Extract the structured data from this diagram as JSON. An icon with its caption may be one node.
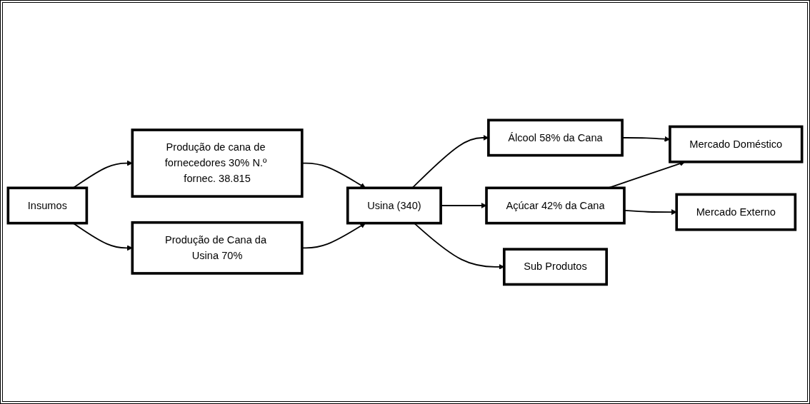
{
  "diagram": {
    "nodes": [
      {
        "text": [
          "Insumos"
        ]
      },
      {
        "text": [
          "Produção de Cana da Usina 70%"
        ]
      },
      {
        "text": [
          "Produção de cana de fornecedores 30% N.º fornec. 38.815"
        ]
      },
      {
        "text": [
          "Usina (340)"
        ]
      },
      {
        "text": [
          "Açúcar 42% da Cana"
        ]
      },
      {
        "text": [
          "Mercado Doméstico"
        ]
      },
      {
        "text": [
          "Álcool 58% da Cana"
        ]
      },
      {
        "text": [
          "Mercado Externo"
        ]
      },
      {
        "text": [
          "Sub Produtos"
        ]
      }
    ],
    "edges": [
      {
        "from": 0,
        "to": 1,
        "arrow": "to"
      },
      {
        "from": 0,
        "to": 2,
        "arrow": "to"
      },
      {
        "from": 1,
        "to": 3,
        "arrow": "to"
      },
      {
        "from": 2,
        "to": 3,
        "arrow": "to"
      },
      {
        "from": 3,
        "to": 4,
        "arrow": "to"
      },
      {
        "from": 3,
        "to": 6,
        "arrow": "to"
      },
      {
        "from": 3,
        "to": 8,
        "arrow": "to"
      },
      {
        "from": 4,
        "to": 5,
        "arrow": "to"
      },
      {
        "from": 4,
        "to": 7,
        "arrow": "to"
      },
      {
        "from": 6,
        "to": 5,
        "arrow": "to"
      }
    ]
  }
}
